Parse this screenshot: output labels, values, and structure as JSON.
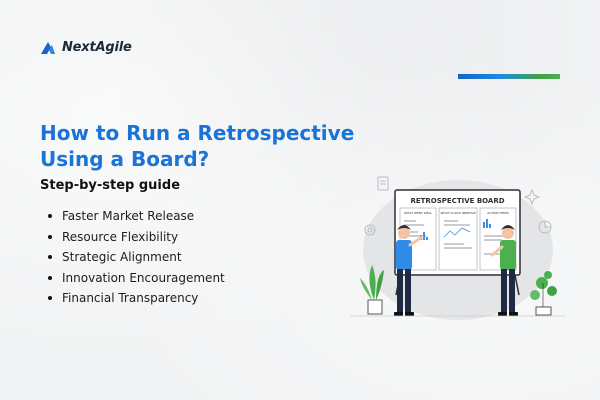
{
  "brand": {
    "name": "NextAgile"
  },
  "colors": {
    "title": "#1a73d6",
    "accent_blue": "#1e88e5",
    "accent_green": "#4caf50",
    "background": "#f2f3f4"
  },
  "headline": {
    "title": "How to Run a Retrospective Using a Board?",
    "subtitle": "Step-by-step guide"
  },
  "bullets": [
    "Faster Market Release",
    "Resource Flexibility",
    "Strategic Alignment",
    "Innovation Encouragement",
    "Financial Transparency"
  ],
  "board": {
    "title": "RETROSPECTIVE BOARD",
    "columns": [
      "WHAT WENT WELL",
      "WHAT COULD IMPROVE",
      "ACTION ITEMS"
    ]
  }
}
